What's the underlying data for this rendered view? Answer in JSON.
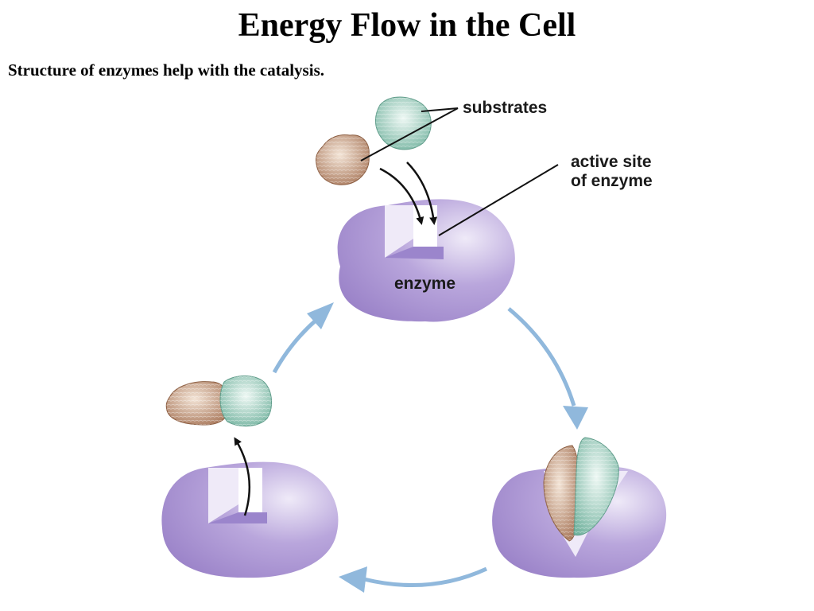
{
  "title": "Energy Flow in the Cell",
  "subtitle": "Structure of enzymes help with the catalysis.",
  "labels": {
    "substrates": "substrates",
    "active_site_line1": "active site",
    "active_site_line2": "of enzyme",
    "enzyme": "enzyme"
  },
  "colors": {
    "enzyme": "#a58fd0",
    "enzyme_light": "#efeaf8",
    "substrate_brown": "#b98d6c",
    "substrate_green": "#8ec7b5",
    "cycle_arrow": "#90b8dc",
    "pointer": "#111111"
  }
}
